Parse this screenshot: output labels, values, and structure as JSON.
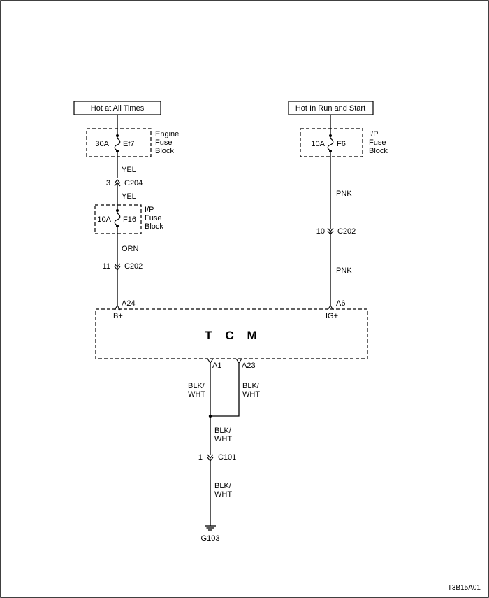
{
  "sources": {
    "left": "Hot at All Times",
    "right": "Hot In Run and Start"
  },
  "fuses": {
    "ef7": {
      "rating": "30A",
      "id": "Ef7",
      "block": [
        "Engine",
        "Fuse",
        "Block"
      ]
    },
    "f6": {
      "rating": "10A",
      "id": "F6",
      "block": [
        "I/P",
        "Fuse",
        "Block"
      ]
    },
    "f16": {
      "rating": "10A",
      "id": "F16",
      "block": [
        "I/P",
        "Fuse",
        "Block"
      ]
    }
  },
  "wires": {
    "yel_1": "YEL",
    "yel_2": "YEL",
    "orn": "ORN",
    "pnk_1": "PNK",
    "pnk_2": "PNK",
    "blk_wht_a1": [
      "BLK/",
      "WHT"
    ],
    "blk_wht_a23": [
      "BLK/",
      "WHT"
    ],
    "blk_wht_3": [
      "BLK/",
      "WHT"
    ],
    "blk_wht_4": [
      "BLK/",
      "WHT"
    ]
  },
  "connectors": {
    "c204": {
      "pin": "3",
      "name": "C204"
    },
    "c202_left": {
      "pin": "11",
      "name": "C202"
    },
    "c202_right": {
      "pin": "10",
      "name": "C202"
    },
    "c101": {
      "pin": "1",
      "name": "C101"
    }
  },
  "tcm": {
    "name": "T C M",
    "pins": {
      "a24": "A24",
      "a24_func": "B+",
      "a6": "A6",
      "a6_func": "IG+",
      "a1": "A1",
      "a23": "A23"
    }
  },
  "ground": "G103",
  "figure_code": "T3B15A01"
}
